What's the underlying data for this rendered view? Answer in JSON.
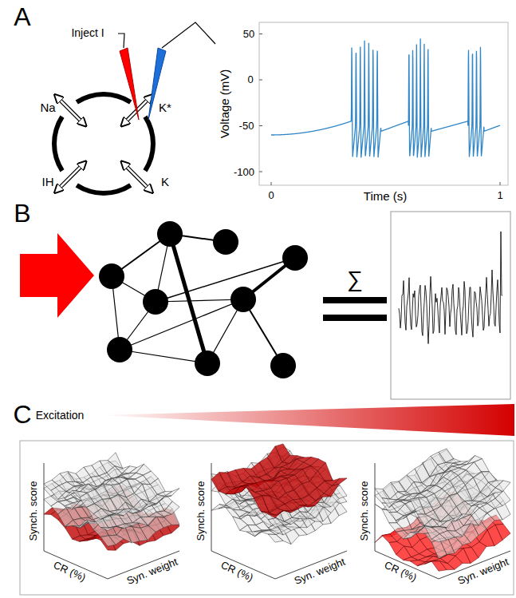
{
  "diagram": {
    "labels": [
      "A",
      "Inject I",
      "Na",
      "K*",
      "IH",
      "K",
      "50",
      "0",
      "-50",
      "-100",
      "Voltage (mV)",
      "0",
      "Time (s)",
      "1",
      "B",
      "∑",
      "C",
      "Excitation",
      "Synch. score",
      "CR (%)",
      "Syn. weight",
      "Synch. score",
      "CR (%)",
      "Syn. weight",
      "Synch. score",
      "CR (%)",
      "Syn. weight"
    ]
  }
}
